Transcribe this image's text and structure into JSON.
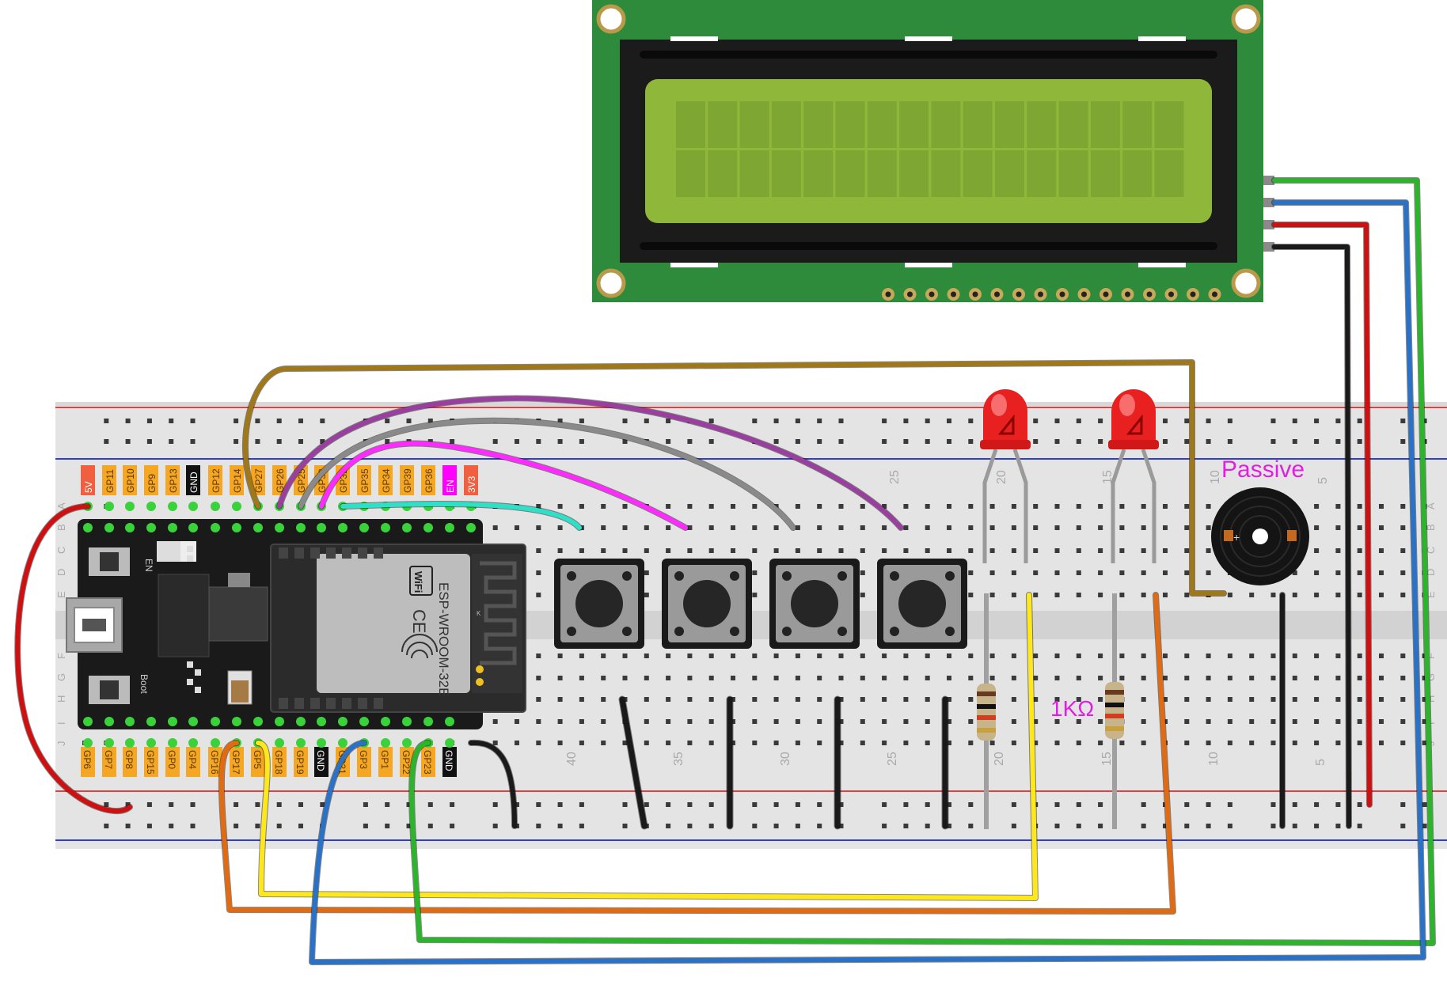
{
  "board": {
    "module_label": "ESP-WROOM-32E",
    "wifi_label": "WiFi",
    "ce_label": "CE",
    "en_label": "EN",
    "boot_label": "Boot",
    "k_label": "K",
    "top_pins": [
      "5V",
      "GP11",
      "GP10",
      "GP9",
      "GP13",
      "GND",
      "GP12",
      "GP14",
      "GP27",
      "GP26",
      "GP25",
      "GP33",
      "GP32",
      "GP35",
      "GP34",
      "GP39",
      "GP36",
      "EN",
      "3V3"
    ],
    "bottom_pins": [
      "GP6",
      "GP7",
      "GP8",
      "GP15",
      "GP0",
      "GP4",
      "GP16",
      "GP17",
      "GP5",
      "GP18",
      "GP19",
      "GND",
      "GP21",
      "GP3",
      "GP1",
      "GP22",
      "GP23",
      "GND"
    ]
  },
  "breadboard": {
    "top_numbers": [
      "25",
      "20",
      "15",
      "10",
      "5"
    ],
    "bottom_numbers": [
      "40",
      "35",
      "30",
      "25",
      "20",
      "15",
      "10",
      "5"
    ],
    "row_letters": [
      "A",
      "B",
      "C",
      "D",
      "E",
      "F",
      "G",
      "H",
      "I",
      "J"
    ]
  },
  "labels": {
    "buzzer": "Passive",
    "resistor": "1KΩ"
  },
  "colors": {
    "lcd_pcb": "#2e8b3b",
    "lcd_screen": "#8fb83b",
    "wire_red": "#d01010",
    "wire_black": "#1a1a1a",
    "wire_blue": "#2a72c8",
    "wire_green": "#2bb52b",
    "wire_yellow": "#ffe81a",
    "wire_orange": "#e26a10",
    "wire_purple": "#9a3fa0",
    "wire_gray": "#8a8a8a",
    "wire_magenta": "#ff2aff",
    "wire_cyan": "#2ee0c8",
    "wire_brown": "#a07818",
    "pin_orange": "#f5a623",
    "pin_black": "#111111",
    "pin_red": "#f06040",
    "pin_magenta": "#ff00ff",
    "label_magenta": "#e020e0"
  }
}
